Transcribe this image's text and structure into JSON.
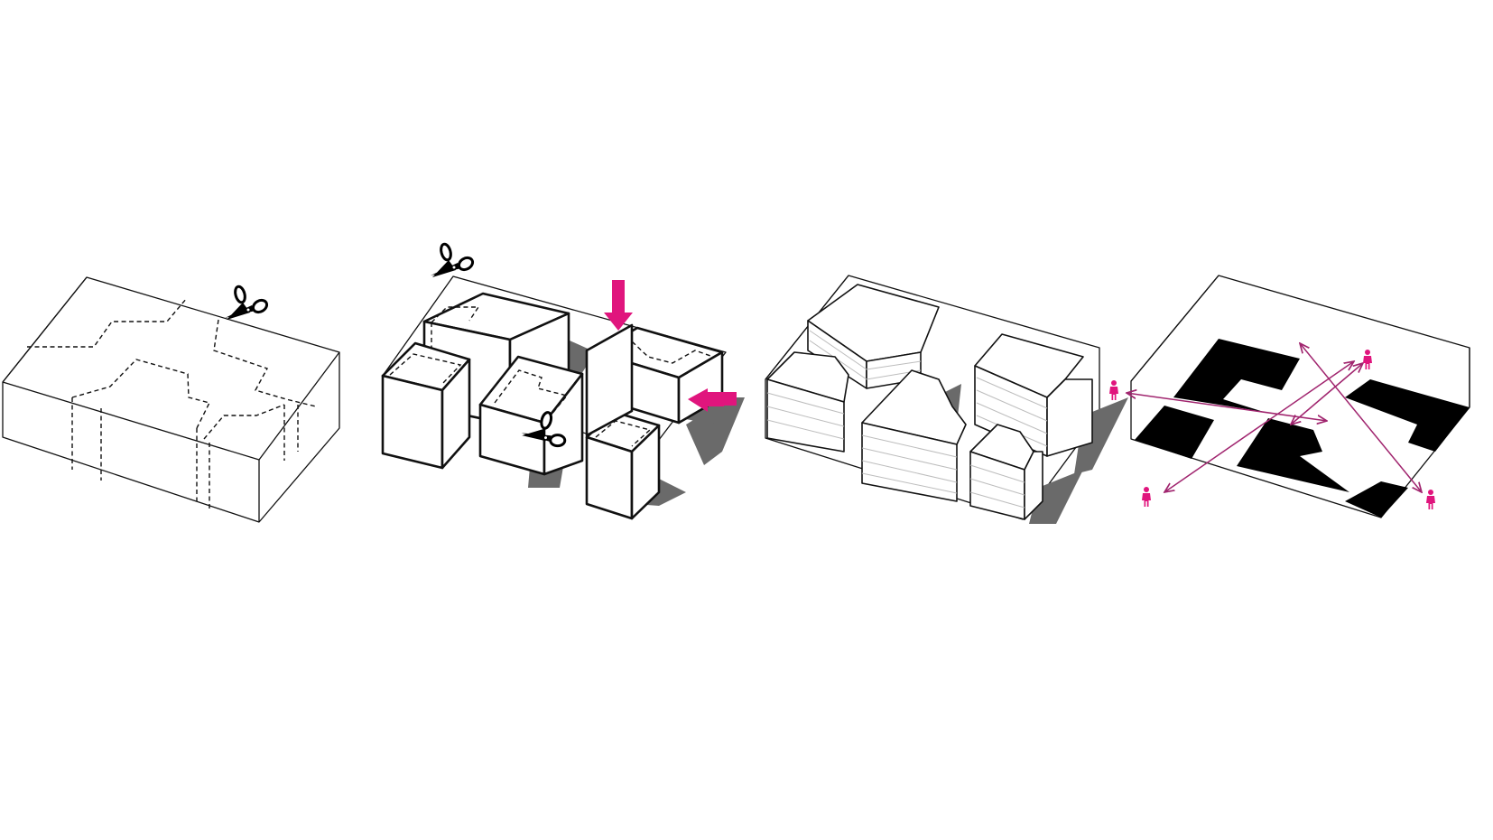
{
  "colors": {
    "accent": "#e0157d",
    "path": "#a0246e",
    "ink": "#111111",
    "shadow": "#6a6a6a",
    "ground": "#000000"
  },
  "diagram": {
    "panels": [
      {
        "id": "block",
        "icons": [
          "scissors-icon"
        ]
      },
      {
        "id": "cut-volumes",
        "icons": [
          "scissors-icon",
          "scissors-icon",
          "arrow-down-icon",
          "arrow-left-icon"
        ]
      },
      {
        "id": "stacked-floors",
        "icons": [
          "person-icon"
        ]
      },
      {
        "id": "ground-plan",
        "icons": [
          "person-icon",
          "person-icon",
          "person-icon",
          "person-icon",
          "double-arrow-icon"
        ]
      }
    ]
  }
}
